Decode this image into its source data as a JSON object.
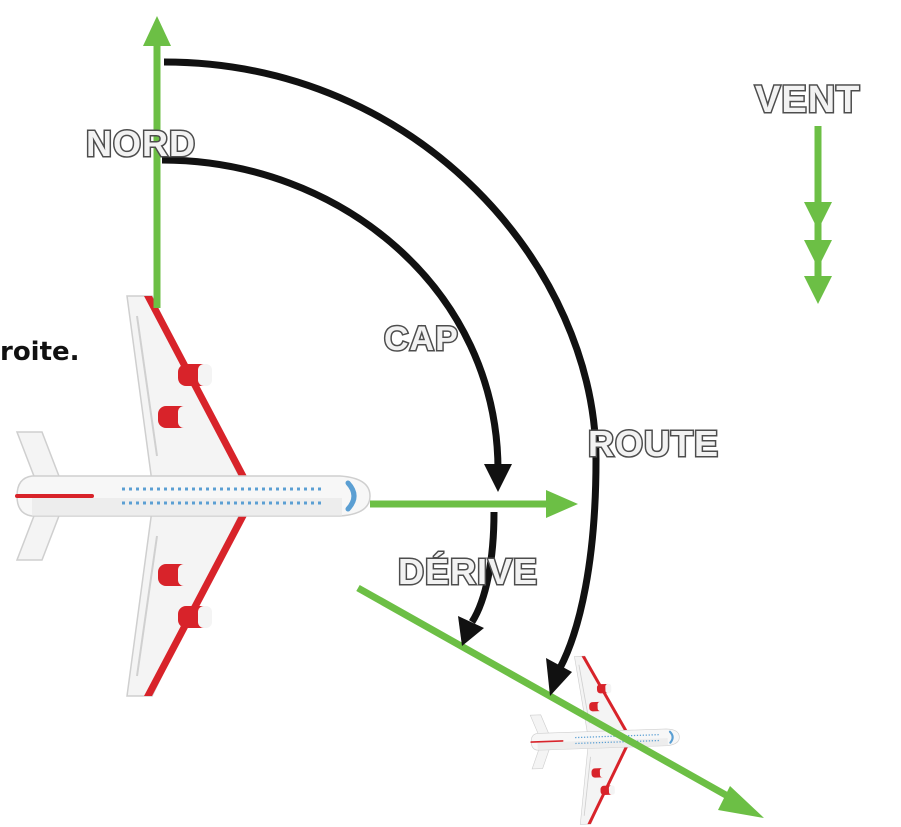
{
  "labels": {
    "nord": "NORD",
    "vent": "VENT",
    "cap": "CAP",
    "route": "ROUTE",
    "derive": "DÉRIVE"
  },
  "text_fragment": "roite.",
  "colors": {
    "vector_green": "#6cbf45",
    "arc_black": "#111111",
    "plane_body": "#f4f4f4",
    "plane_red": "#d8232a",
    "window_blue": "#5b9fd3",
    "label_fill": "#f2f2f2",
    "label_outline": "#4d4d4d"
  },
  "icons": {
    "plane_large": "airplane-icon",
    "plane_small": "airplane-icon"
  }
}
